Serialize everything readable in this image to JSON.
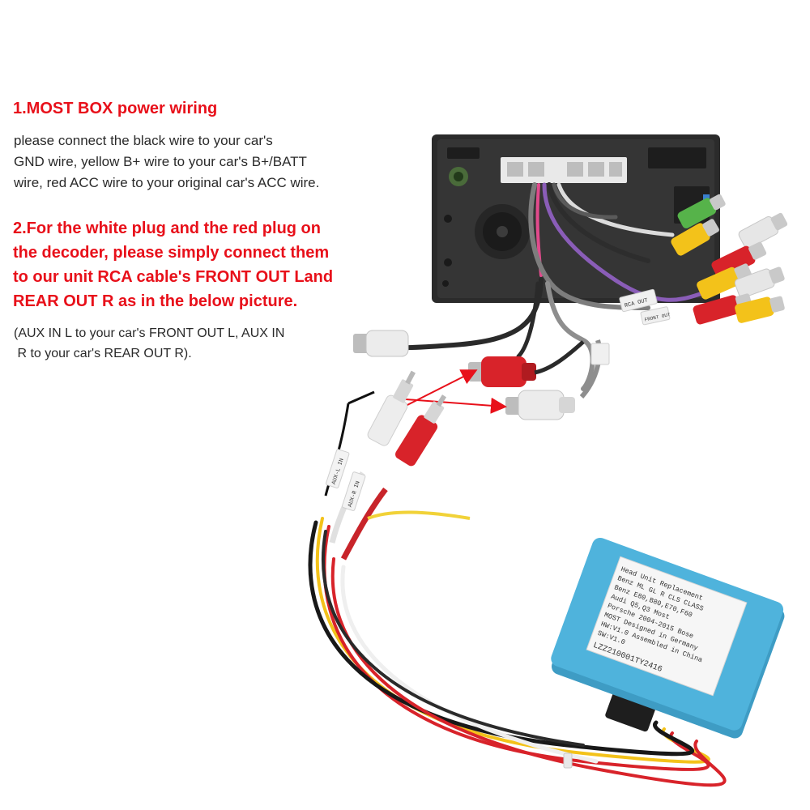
{
  "instructions": {
    "step1": {
      "heading": "1.MOST BOX power wiring",
      "body_lines": [
        "please connect the black wire to your car's",
        "GND wire, yellow B+ wire to your car's B+/BATT",
        "wire, red ACC wire to your original car's ACC wire."
      ]
    },
    "step2": {
      "heading_lines": [
        "2.For the white plug and the red plug on",
        "the decoder, please simply connect them",
        "to our unit RCA cable's FRONT OUT Land",
        "REAR OUT R as in the below picture."
      ],
      "note_lines": [
        "(AUX IN L to your car's FRONT OUT L, AUX IN",
        " R to your car's REAR OUT R)."
      ]
    }
  },
  "photo": {
    "cable_tags": {
      "aux_l": "AUX-L IN",
      "aux_r": "AUX-R IN",
      "unit_tag_1": "RCA OUT",
      "unit_tag_2": "FRONT OUT"
    },
    "decoder_label": {
      "lines": [
        "Head Unit Replacement",
        "Benz    ML GL R CLS CLASS",
        "Benz    E80,B80,E70,F60",
        "Audi    Q5,Q3 Most",
        "Porsche 2004-2015 Bose",
        "MOST    Designed in Germany",
        "HW:V1.0  Assembled in China",
        "         SW:V1.0",
        "LZZ210001TY2416"
      ]
    },
    "colors": {
      "heading_red": "#e8101a",
      "decoder_blue": "#4fb3dc",
      "rca_red": "#d8232a",
      "rca_white": "#e8e8e8",
      "rca_yellow": "#f3c21a",
      "rca_green": "#56b34a",
      "arrow_red": "#e8101a"
    }
  }
}
